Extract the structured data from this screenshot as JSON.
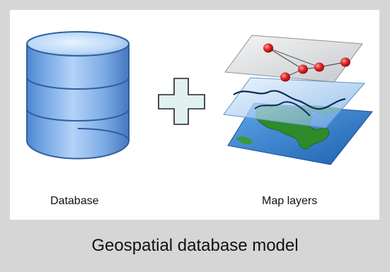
{
  "colors": {
    "frame": "#d6d6d6",
    "panel": "#ffffff",
    "database": "#6e9fdb",
    "plus": "#e1f1ef",
    "map_water": "#2e7fd0",
    "map_land": "#2f8a2a",
    "map_points": "#d01d1d"
  },
  "icons": {
    "database": "database-icon",
    "plus": "plus-icon",
    "map_layers": "map-layers-icon"
  },
  "labels": {
    "database": "Database",
    "map_layers": "Map layers"
  },
  "caption": "Geospatial database model"
}
